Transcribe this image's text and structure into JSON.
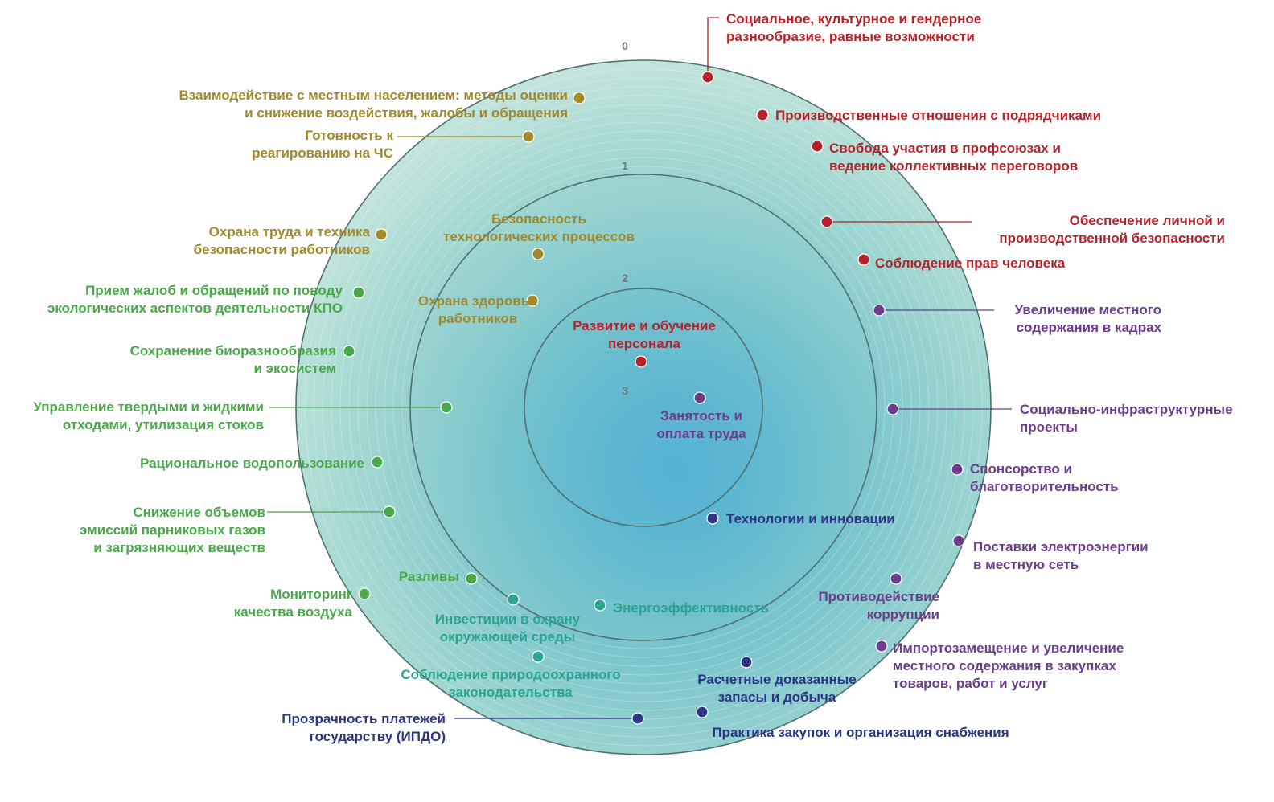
{
  "colors": {
    "red": "#b5232a",
    "olive": "#a3892a",
    "green": "#4aa84a",
    "teal": "#2aa68e",
    "purple": "#6b3d8b",
    "navy": "#2b3684",
    "ring": "#4f6f70"
  },
  "ring_labels": [
    "0",
    "1",
    "2",
    "3"
  ],
  "items": [
    {
      "id": "social-diversity",
      "group": "red",
      "lines": [
        "Социальное, культурное и гендерное",
        "разнообразие, равные возможности"
      ]
    },
    {
      "id": "contractor-relations",
      "group": "red",
      "lines": [
        "Производственные отношения с подрядчиками"
      ]
    },
    {
      "id": "union-freedom",
      "group": "red",
      "lines": [
        "Свобода участия в профсоюзах и",
        "ведение коллективных переговоров"
      ]
    },
    {
      "id": "security",
      "group": "red",
      "lines": [
        "Обеспечение личной и",
        "производственной безопасности"
      ]
    },
    {
      "id": "human-rights",
      "group": "red",
      "lines": [
        "Соблюдение прав человека"
      ]
    },
    {
      "id": "local-staff",
      "group": "purple",
      "lines": [
        "Увеличение местного",
        "содержания в кадрах"
      ]
    },
    {
      "id": "social-infra",
      "group": "purple",
      "lines": [
        "Социально-инфраструктурные",
        "проекты"
      ]
    },
    {
      "id": "sponsorship",
      "group": "purple",
      "lines": [
        "Спонсорство и",
        "благотворительность"
      ]
    },
    {
      "id": "power-supply",
      "group": "purple",
      "lines": [
        "Поставки электроэнергии",
        "в местную сеть"
      ]
    },
    {
      "id": "anti-corruption",
      "group": "purple",
      "lines": [
        "Противодействие",
        "коррупции"
      ]
    },
    {
      "id": "import-substitution",
      "group": "purple",
      "lines": [
        "Импортозамещение и увеличение",
        "местного содержания в закупках",
        "товаров, работ и услуг"
      ]
    },
    {
      "id": "reserves",
      "group": "navy",
      "lines": [
        "Расчетные доказанные",
        "запасы и добыча"
      ]
    },
    {
      "id": "procurement",
      "group": "navy",
      "lines": [
        "Практика закупок и организация снабжения"
      ]
    },
    {
      "id": "payment-transparency",
      "group": "navy",
      "lines": [
        "Прозрачность платежей",
        "государству (ИПДО)"
      ]
    },
    {
      "id": "tech-innovation",
      "group": "navy",
      "lines": [
        "Технологии и инновации"
      ]
    },
    {
      "id": "employment-pay",
      "group": "purple",
      "lines": [
        "Занятость и",
        "оплата труда"
      ]
    },
    {
      "id": "personnel-development",
      "group": "red",
      "lines": [
        "Развитие и обучение",
        "персонала"
      ]
    },
    {
      "id": "community-engagement",
      "group": "olive",
      "lines": [
        "Взаимодействие с местным населением: методы оценки",
        "и снижение воздействия, жалобы и обращения"
      ]
    },
    {
      "id": "emergency",
      "group": "olive",
      "lines": [
        "Готовность к",
        "реагированию на ЧС"
      ]
    },
    {
      "id": "occupational-safety",
      "group": "olive",
      "lines": [
        "Охрана труда и техника",
        "безопасности работников"
      ]
    },
    {
      "id": "process-safety",
      "group": "olive",
      "lines": [
        "Безопасность",
        "технологических процессов"
      ]
    },
    {
      "id": "worker-health",
      "group": "olive",
      "lines": [
        "Охрана здоровья",
        "работников"
      ]
    },
    {
      "id": "eco-complaints",
      "group": "green",
      "lines": [
        "Прием жалоб и обращений по поводу",
        "экологических аспектов деятельности КПО"
      ]
    },
    {
      "id": "biodiversity",
      "group": "green",
      "lines": [
        "Сохранение биоразнообразия",
        "и экосистем"
      ]
    },
    {
      "id": "waste",
      "group": "green",
      "lines": [
        "Управление твердыми и жидкими",
        "отходами, утилизация стоков"
      ]
    },
    {
      "id": "water",
      "group": "green",
      "lines": [
        "Рациональное водопользование"
      ]
    },
    {
      "id": "emissions",
      "group": "green",
      "lines": [
        "Снижение объемов",
        "эмиссий парниковых газов",
        "и загрязняющих веществ"
      ]
    },
    {
      "id": "air-monitoring",
      "group": "green",
      "lines": [
        "Мониторинг",
        "качества воздуха"
      ]
    },
    {
      "id": "spills",
      "group": "green",
      "lines": [
        "Разливы"
      ]
    },
    {
      "id": "env-investment",
      "group": "teal",
      "lines": [
        "Инвестиции в охрану",
        "окружающей среды"
      ]
    },
    {
      "id": "energy-efficiency",
      "group": "teal",
      "lines": [
        "Энергоэффективность"
      ]
    },
    {
      "id": "env-compliance",
      "group": "teal",
      "lines": [
        "Соблюдение природоохранного",
        "законодательства"
      ]
    }
  ]
}
